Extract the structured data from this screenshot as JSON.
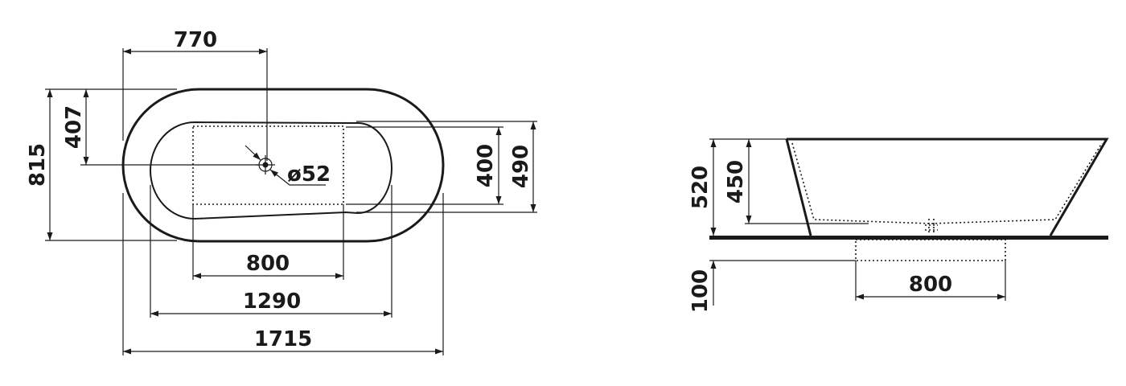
{
  "top_view": {
    "length_overall": "1715",
    "length_inner": "1290",
    "length_flat": "800",
    "drain_offset_x": "770",
    "width_overall": "815",
    "drain_offset_y": "407",
    "inner_width_left": "400",
    "inner_width_right": "490",
    "drain_diameter": "ø52"
  },
  "side_view": {
    "height_overall": "520",
    "height_inner": "450",
    "plinth_height": "100",
    "plinth_width": "800"
  }
}
